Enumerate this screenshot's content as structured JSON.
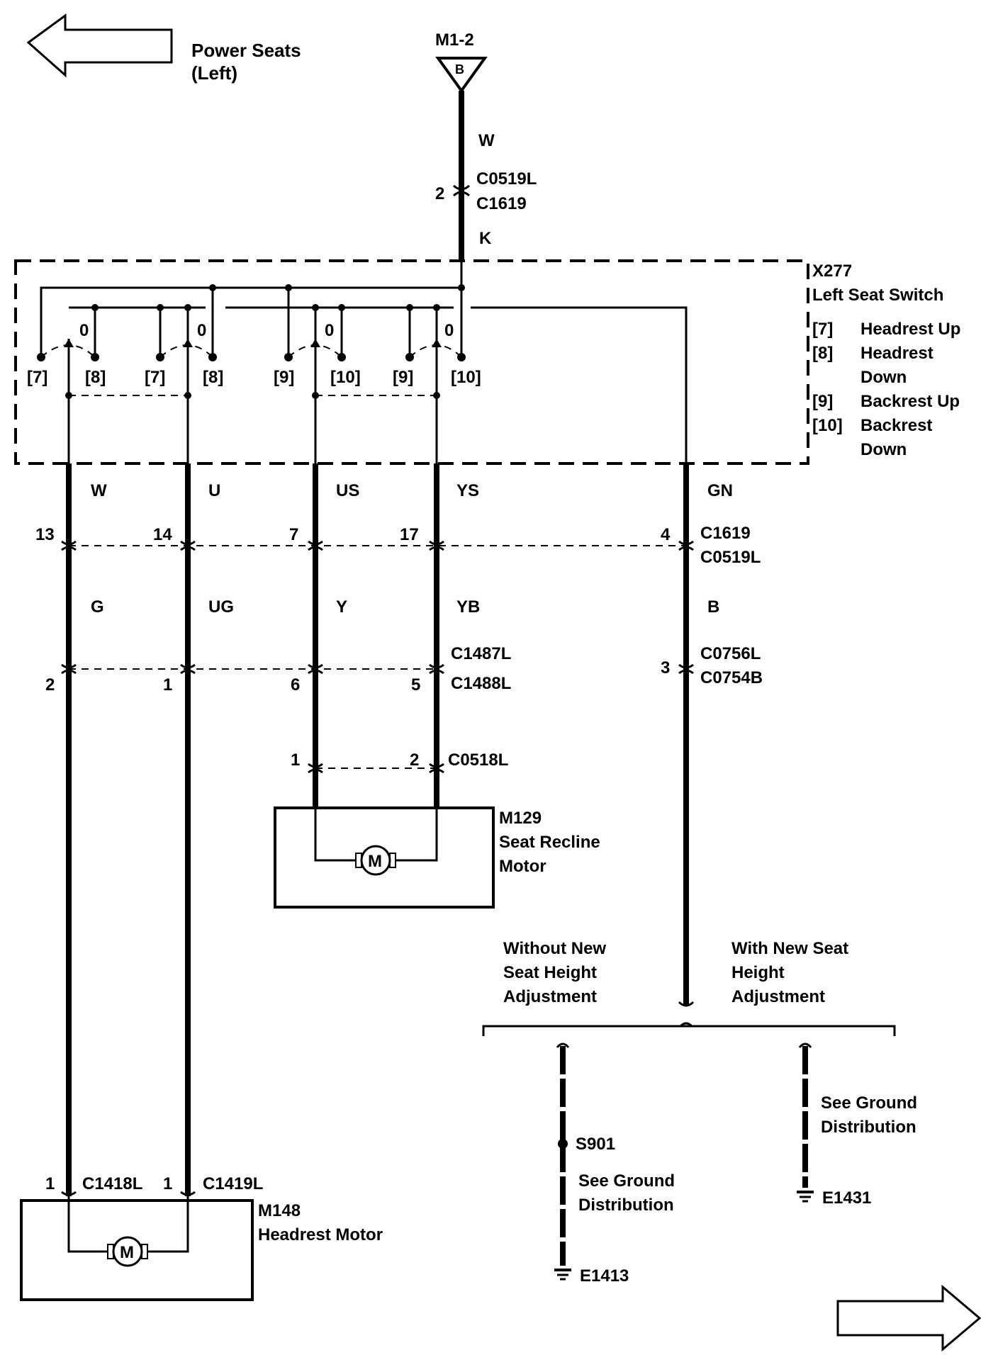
{
  "page_refs": {
    "prev_label_line1": "Power Seats",
    "prev_label_line2": "(Left)"
  },
  "source": {
    "id": "M1-2",
    "symbol": "B"
  },
  "feed": {
    "wire_top": "W",
    "pin": "2",
    "connector_a": "C0519L",
    "connector_b": "C1619",
    "wire_bottom": "K"
  },
  "switch": {
    "id": "X277",
    "name": "Left Seat Switch",
    "legend": [
      {
        "key": "[7]",
        "desc_line1": "Headrest Up",
        "desc_line2": ""
      },
      {
        "key": "[8]",
        "desc_line1": "Headrest",
        "desc_line2": "Down"
      },
      {
        "key": "[9]",
        "desc_line1": "Backrest Up",
        "desc_line2": ""
      },
      {
        "key": "[10]",
        "desc_line1": "Backrest",
        "desc_line2": "Down"
      }
    ],
    "contact_labels": [
      "[7]",
      "[8]",
      "[7]",
      "[8]",
      "[9]",
      "[10]",
      "[9]",
      "[10]"
    ],
    "off_label": "0"
  },
  "wires_upper": [
    "W",
    "U",
    "US",
    "YS",
    "GN"
  ],
  "pins_upper": [
    "13",
    "14",
    "7",
    "17",
    "4"
  ],
  "conn_upper": {
    "a": "C1619",
    "b": "C0519L"
  },
  "wires_mid": [
    "G",
    "UG",
    "Y",
    "YB",
    "B"
  ],
  "conn_mid": {
    "a": "C1487L",
    "b": "C1488L"
  },
  "pins_mid": [
    "2",
    "1",
    "6",
    "5"
  ],
  "conn_ground": {
    "pin": "3",
    "a": "C0756L",
    "b": "C0754B"
  },
  "recline_conn": {
    "pin_a": "1",
    "pin_b": "2",
    "name": "C0518L"
  },
  "recline_motor": {
    "id": "M129",
    "name_line1": "Seat Recline",
    "name_line2": "Motor",
    "symbol": "M"
  },
  "headrest_conn": {
    "pin_a": "1",
    "name_a": "C1418L",
    "pin_b": "1",
    "name_b": "C1419L"
  },
  "headrest_motor": {
    "id": "M148",
    "name": "Headrest Motor",
    "symbol": "M"
  },
  "variants": {
    "without": {
      "line1": "Without New",
      "line2": "Seat Height",
      "line3": "Adjustment"
    },
    "with": {
      "line1": "With New Seat",
      "line2": "Height",
      "line3": "Adjustment"
    }
  },
  "ground_left": {
    "splice": "S901",
    "ref_line1": "See Ground",
    "ref_line2": "Distribution",
    "ground": "E1413"
  },
  "ground_right": {
    "ref_line1": "See Ground",
    "ref_line2": "Distribution",
    "ground": "E1431"
  }
}
